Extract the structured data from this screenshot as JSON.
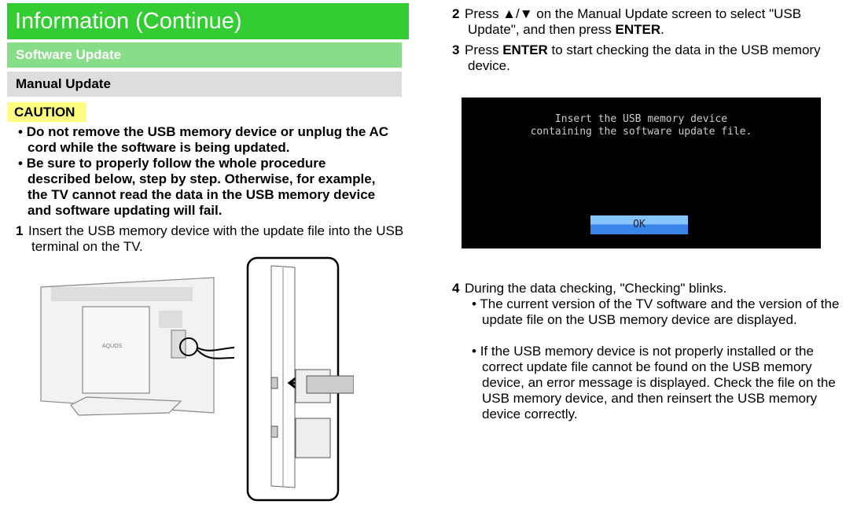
{
  "header": {
    "title": "Information (Continue)",
    "section": "Software Update",
    "subsection": "Manual Update"
  },
  "caution": {
    "label": "CAUTION",
    "bullets": [
      "Do not remove the USB memory device or unplug the AC cord while the software is being updated.",
      "Be sure to properly follow the whole procedure described below, step by step. Otherwise, for example, the TV cannot read the data in the USB memory device and software updating will fail."
    ]
  },
  "steps": [
    {
      "num": "1",
      "text": "Insert the USB memory device with the update file into the USB terminal on the TV."
    },
    {
      "num": "2",
      "pre": "Press ▲/▼ on the Manual Update screen to select \"USB Update\", and then press ",
      "bold": "ENTER",
      "post": "."
    },
    {
      "num": "3",
      "pre": "Press ",
      "bold": "ENTER",
      "post": " to start checking the data in the USB memory device."
    },
    {
      "num": "4",
      "text": "During the data checking, \"Checking\" blinks.",
      "bullets": [
        "The current version of the TV software and the version of the update file on the USB memory device are displayed.",
        "If the USB memory device is not properly installed or the correct update file cannot be found on the USB memory device, an error message is displayed. Check the file on the USB memory device, and then reinsert the USB memory device correctly."
      ]
    }
  ],
  "tv_screen": {
    "line1": "Insert the USB memory device",
    "line2": "containing the software update file.",
    "ok_label": "OK"
  },
  "illustration": {
    "brand": "AQUOS"
  }
}
